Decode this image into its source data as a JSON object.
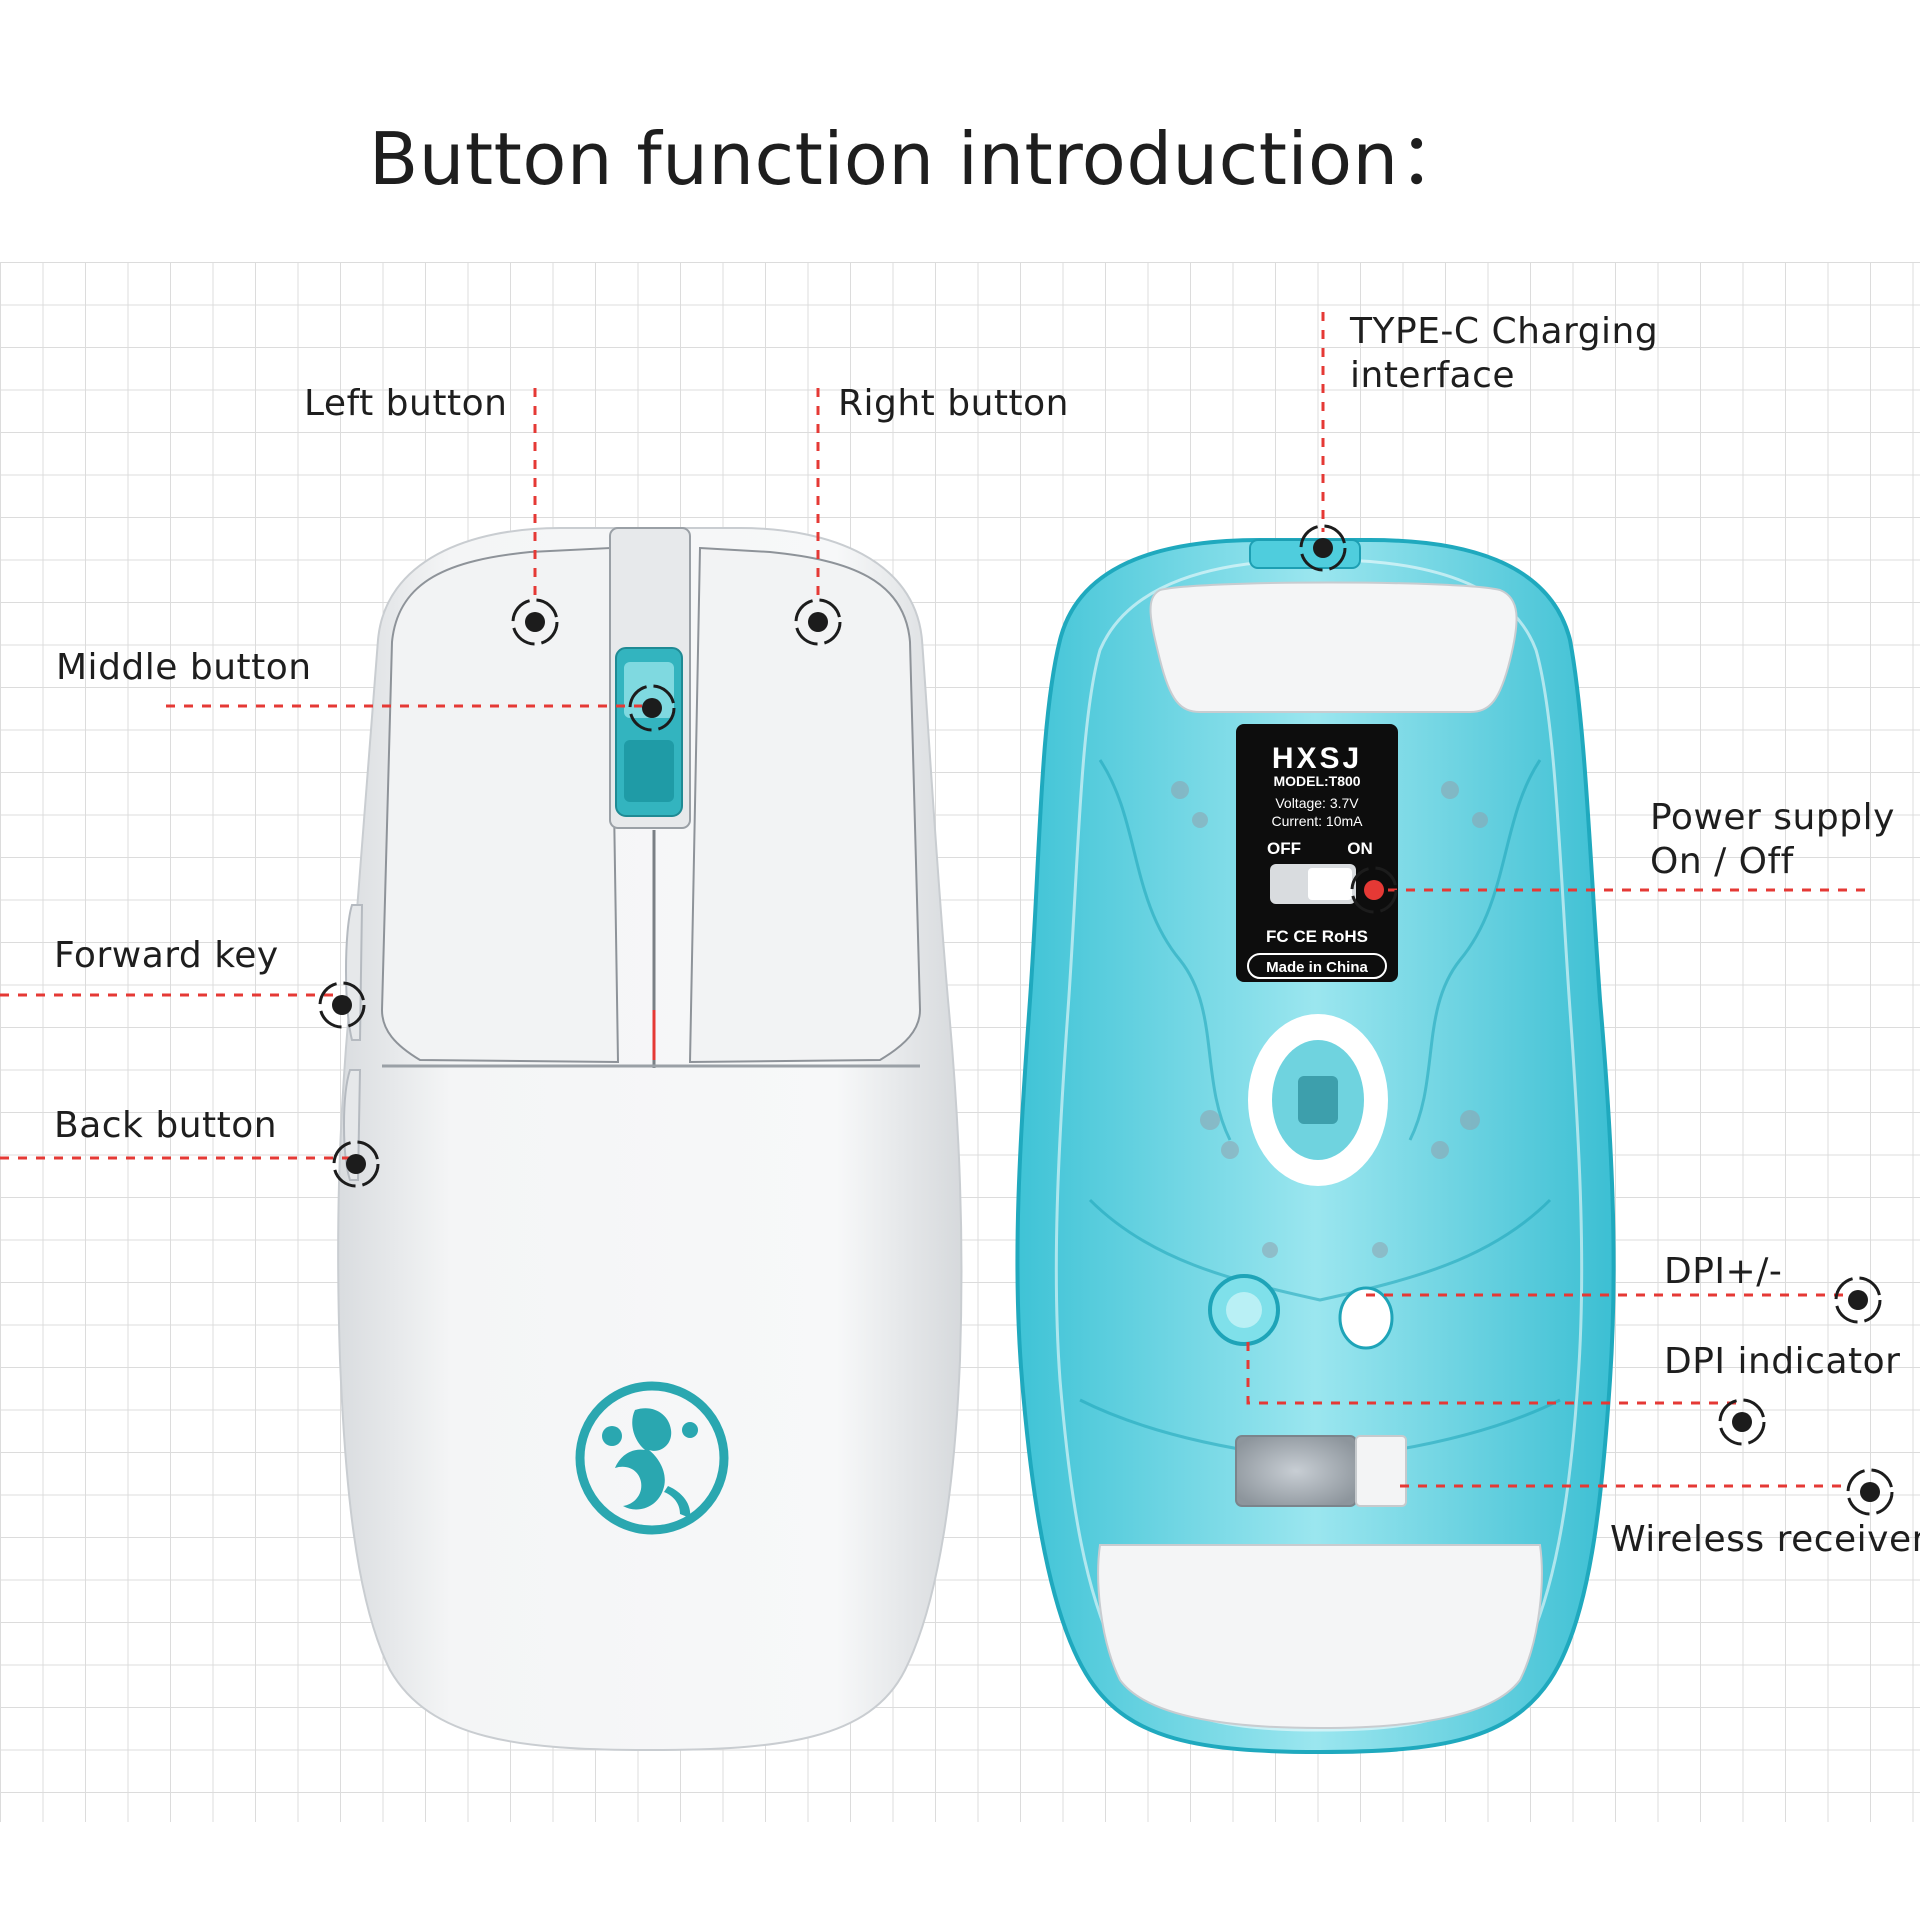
{
  "title": "Button function introduction：",
  "colors": {
    "leader": "#e53935",
    "mouse_body": "#f3f4f5",
    "accent_teal": "#2aa7b0",
    "shell_cyan": "#5fd3e2",
    "grid": "#dcdcdc"
  },
  "callouts": {
    "left_button": "Left  button",
    "right_button": "Right button",
    "middle_button": "Middle button",
    "forward_key": "Forward key",
    "back_button": "Back button",
    "typec_line1": "TYPE-C Charging",
    "typec_line2": "interface",
    "power_line1": "Power supply",
    "power_line2": "On / Off",
    "dpi_button": "DPI+/-",
    "dpi_indicator": "DPI indicator",
    "wireless_receiver": "Wireless receiver"
  },
  "sticker": {
    "brand": "HXSJ",
    "model": "MODEL:T800",
    "voltage": "Voltage: 3.7V",
    "current": "Current: 10mA",
    "off": "OFF",
    "on": "ON",
    "certs": "FC CE  RoHS",
    "made_in": "Made in China"
  },
  "icons": {
    "logo": "scorpion-logo-icon",
    "target": "target-marker-icon"
  }
}
